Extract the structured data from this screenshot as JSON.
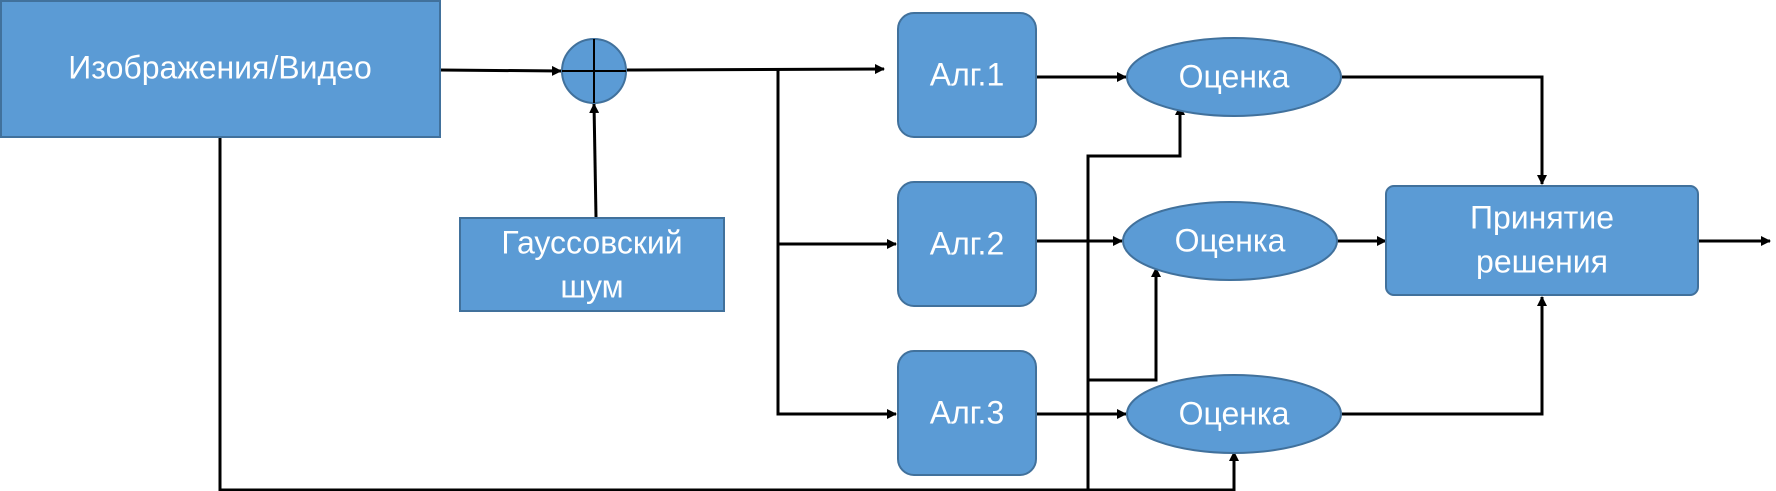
{
  "diagram": {
    "nodes": {
      "source": "Изображения/Видео",
      "noise": [
        "Гауссовский",
        "шум"
      ],
      "alg1": "Алг.1",
      "alg2": "Алг.2",
      "alg3": "Алг.3",
      "eval1": "Оценка",
      "eval2": "Оценка",
      "eval3": "Оценка",
      "decision": [
        "Принятие",
        "решения"
      ]
    },
    "colors": {
      "fill": "#5b9bd5",
      "stroke": "#41719c",
      "text": "#ffffff",
      "edge": "#000000"
    }
  }
}
